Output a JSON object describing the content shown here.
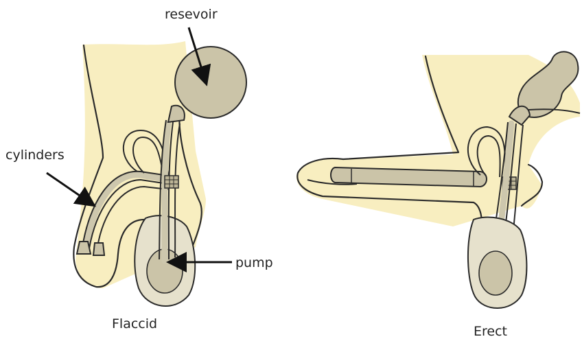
{
  "labels": {
    "reservoir": "resevoir",
    "cylinders": "cylinders",
    "pump": "pump",
    "flaccid": "Flaccid",
    "erect": "Erect"
  },
  "colors": {
    "skin": "#f8eec0",
    "device": "#cbc4a8",
    "outline": "#2a2a2a"
  }
}
